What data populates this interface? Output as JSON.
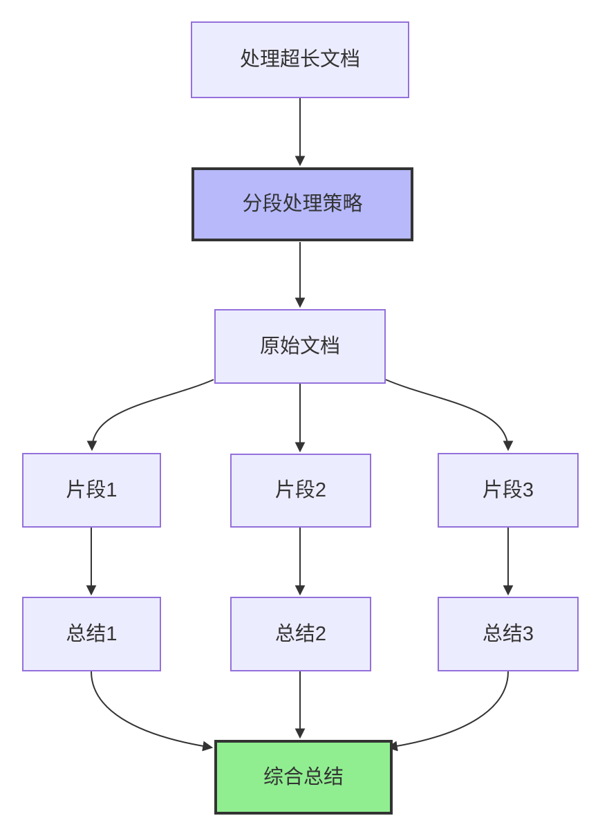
{
  "diagram": {
    "type": "flowchart",
    "direction": "top-down",
    "nodes": {
      "main": {
        "label": "处理超长文档"
      },
      "strategy": {
        "label": "分段处理策略"
      },
      "doc": {
        "label": "原始文档"
      },
      "frag1": {
        "label": "片段1"
      },
      "frag2": {
        "label": "片段2"
      },
      "frag3": {
        "label": "片段3"
      },
      "sum1": {
        "label": "总结1"
      },
      "sum2": {
        "label": "总结2"
      },
      "sum3": {
        "label": "总结3"
      },
      "final": {
        "label": "综合总结"
      }
    },
    "edges": [
      {
        "from": "main",
        "to": "strategy"
      },
      {
        "from": "strategy",
        "to": "doc"
      },
      {
        "from": "doc",
        "to": "frag1"
      },
      {
        "from": "doc",
        "to": "frag2"
      },
      {
        "from": "doc",
        "to": "frag3"
      },
      {
        "from": "frag1",
        "to": "sum1"
      },
      {
        "from": "frag2",
        "to": "sum2"
      },
      {
        "from": "frag3",
        "to": "sum3"
      },
      {
        "from": "sum1",
        "to": "final"
      },
      {
        "from": "sum2",
        "to": "final"
      },
      {
        "from": "sum3",
        "to": "final"
      }
    ],
    "colors": {
      "node_fill": "#ECECFF",
      "node_border": "#9370DB",
      "strategy_fill": "#B7B9FA",
      "strategy_border": "#333333",
      "final_fill": "#90EE90",
      "final_border": "#333333",
      "edge": "#333333",
      "text": "#333333",
      "background": "#FFFFFF"
    }
  }
}
